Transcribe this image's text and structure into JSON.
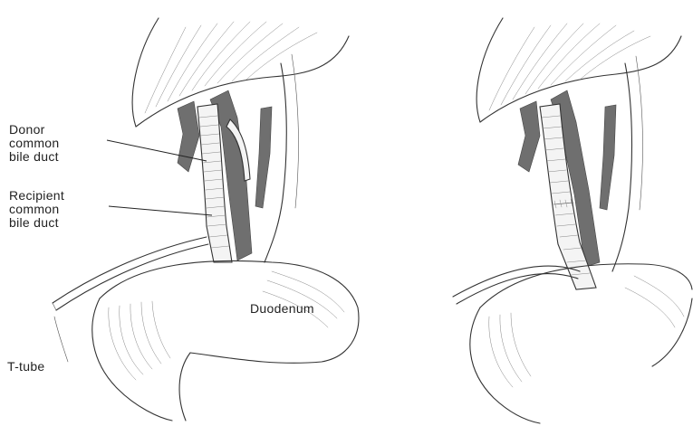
{
  "labels": {
    "donor_cbd": "Donor\ncommon\nbile duct",
    "recipient_cbd": "Recipient\ncommon\nbile duct",
    "duodenum": "Duodenum",
    "t_tube": "T-tube"
  }
}
